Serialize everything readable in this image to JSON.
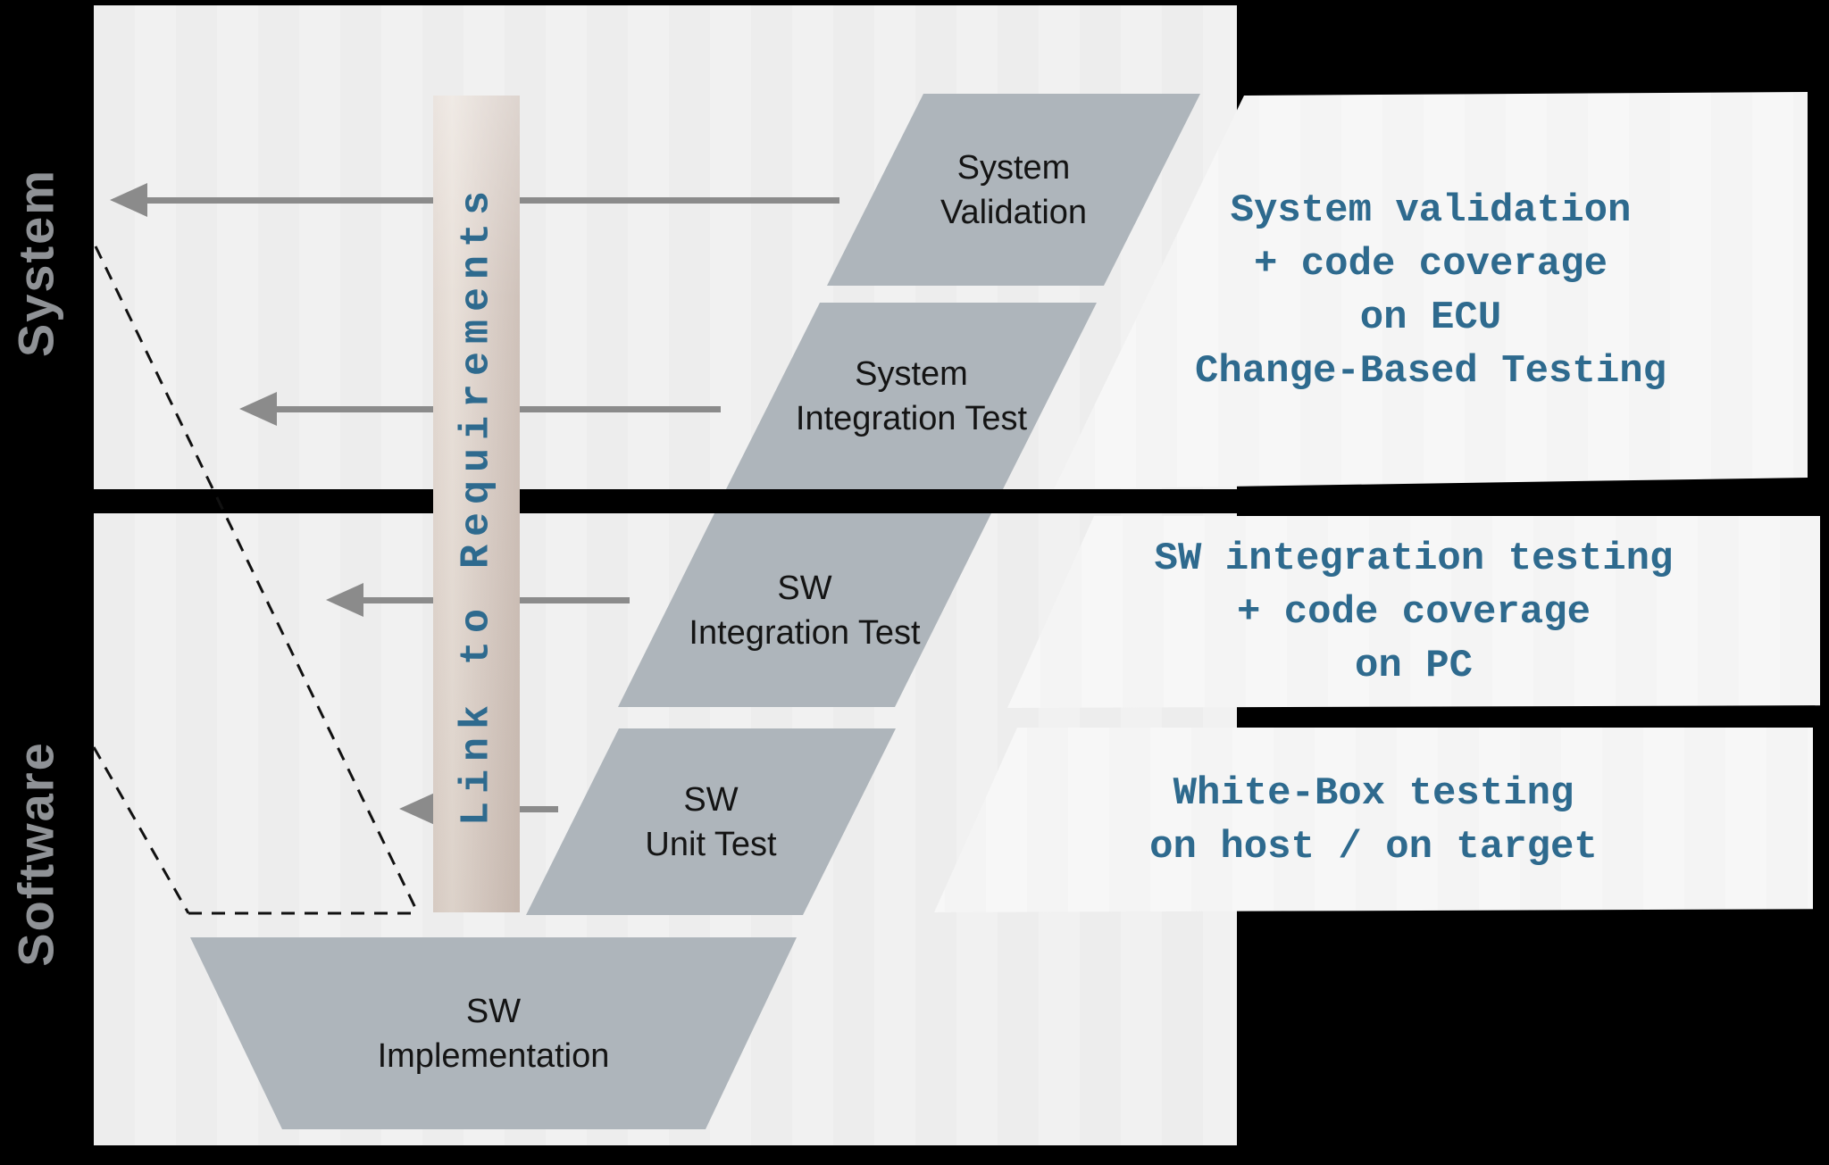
{
  "theme": {
    "accent-blue": "#2e6a8e",
    "shape-gray": "#aeb5bb",
    "panel-gray": "#f1f1f1",
    "card-white": "#f7f7f7",
    "label-gray": "#8f9296",
    "arrow-gray": "#8b8b8b",
    "bar-light": "#e9e1da",
    "bar-dark": "#cfc2ba"
  },
  "sections": {
    "system_label": "System",
    "software_label": "Software"
  },
  "requirements_bar": {
    "label": "Link to Requirements"
  },
  "v_model": {
    "boxes": [
      {
        "id": "system-validation",
        "line1": "System",
        "line2": "Validation"
      },
      {
        "id": "system-integration-test",
        "line1": "System",
        "line2": "Integration Test"
      },
      {
        "id": "sw-integration-test",
        "line1": "SW",
        "line2": "Integration Test"
      },
      {
        "id": "sw-unit-test",
        "line1": "SW",
        "line2": "Unit Test"
      },
      {
        "id": "sw-implementation",
        "line1": "SW",
        "line2": "Implementation"
      }
    ]
  },
  "annotations": [
    {
      "lines": [
        "System validation",
        "+ code coverage",
        "on ECU",
        "Change-Based Testing"
      ]
    },
    {
      "lines": [
        "SW integration testing",
        "+ code coverage",
        "on PC"
      ]
    },
    {
      "lines": [
        "White-Box testing",
        "on host / on target"
      ]
    }
  ]
}
